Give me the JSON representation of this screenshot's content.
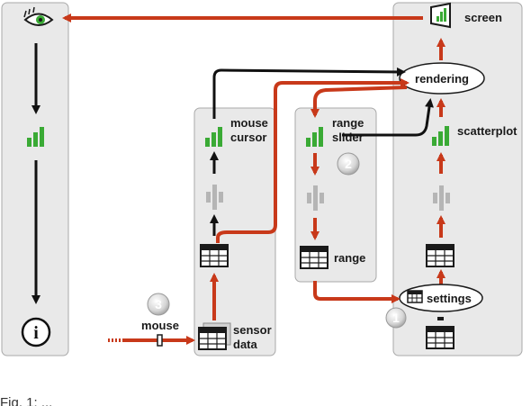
{
  "labels": {
    "screen": "screen",
    "rendering": "rendering",
    "mouse_cursor_1": "mouse",
    "mouse_cursor_2": "cursor",
    "range_slider_1": "range",
    "range_slider_2": "slider",
    "scatterplot": "scatterplot",
    "range": "range",
    "settings": "settings",
    "mouse": "mouse",
    "sensor_data_1": "sensor",
    "sensor_data_2": "data"
  },
  "badges": {
    "one": "1",
    "two": "2",
    "three": "3"
  },
  "info_symbol": "i",
  "caption": "Fig. 1: ...",
  "colors": {
    "flow_orange": "#c8391a",
    "flow_black": "#111111",
    "panel_fill": "#e9e9e9",
    "panel_stroke": "#a9a9a9",
    "chart_green": "#3aaa35",
    "intermediate_gray": "#b5b5b5"
  },
  "icons": [
    "eye-icon",
    "bar-chart-icon",
    "table-icon",
    "info-icon",
    "screen-icon",
    "abstract-data-icon"
  ]
}
